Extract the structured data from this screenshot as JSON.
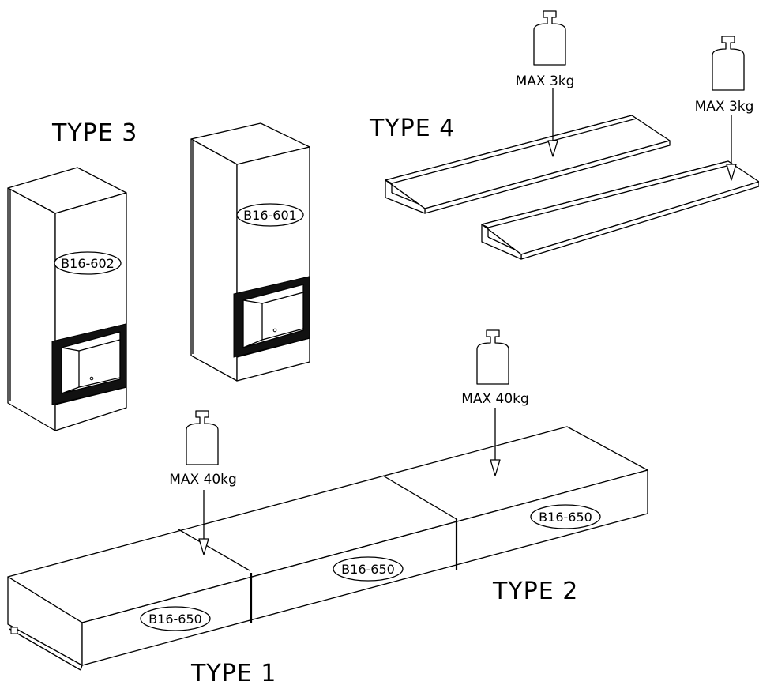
{
  "labels": {
    "type1": "TYPE 1",
    "type2": "TYPE 2",
    "type3": "TYPE 3",
    "type4": "TYPE 4"
  },
  "codes": {
    "cabinet_left": "B16-602",
    "cabinet_right": "B16-601",
    "bench_left_drawer": "B16-650",
    "bench_mid_drawer": "B16-650",
    "bench_right_drawer": "B16-650"
  },
  "load_limits": {
    "shelf_left": "MAX 3kg",
    "shelf_right": "MAX 3kg",
    "bench_left": "MAX 40kg",
    "bench_right": "MAX 40kg"
  },
  "icons": {
    "weight": "weight-icon",
    "arrow": "arrow-down-icon"
  },
  "colors": {
    "line": "#000000",
    "background": "#ffffff"
  }
}
